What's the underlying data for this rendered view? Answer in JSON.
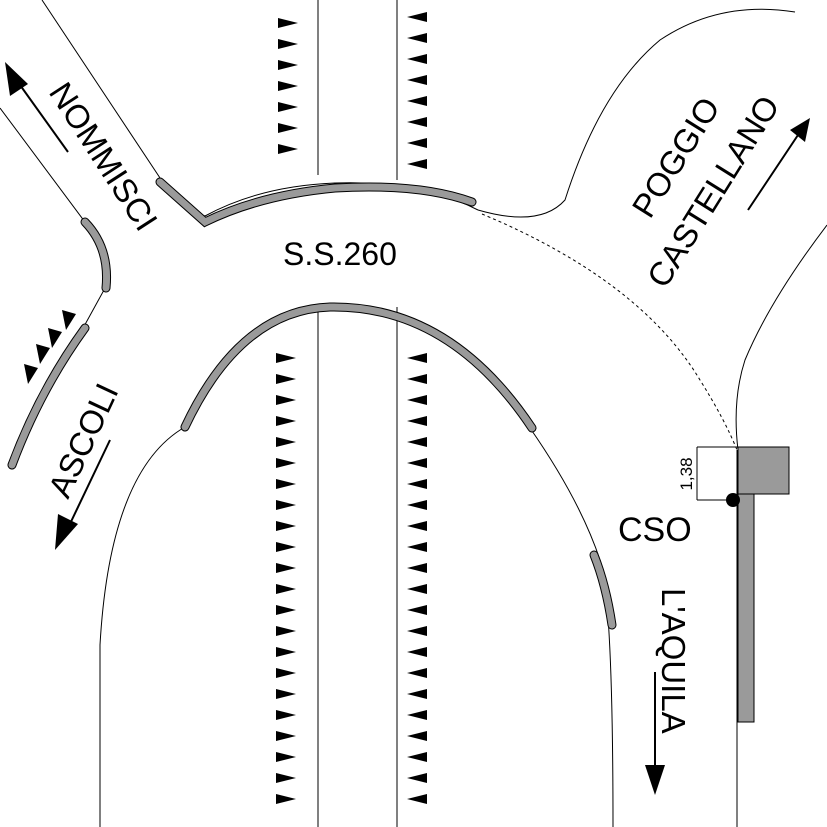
{
  "map": {
    "road_label": "S.S.260",
    "directions": {
      "nommisci": "NOMMISCI",
      "ascoli": "ASCOLI",
      "poggio_line1": "POGGIO",
      "poggio_line2": "CASTELLANO",
      "laquila": "L'AQUILA"
    },
    "station_label": "CSO",
    "dimension_label": "1,38",
    "colors": {
      "guardrail": "#9a9a9a",
      "line": "#000000",
      "station_box": "#9a9a9a"
    }
  }
}
